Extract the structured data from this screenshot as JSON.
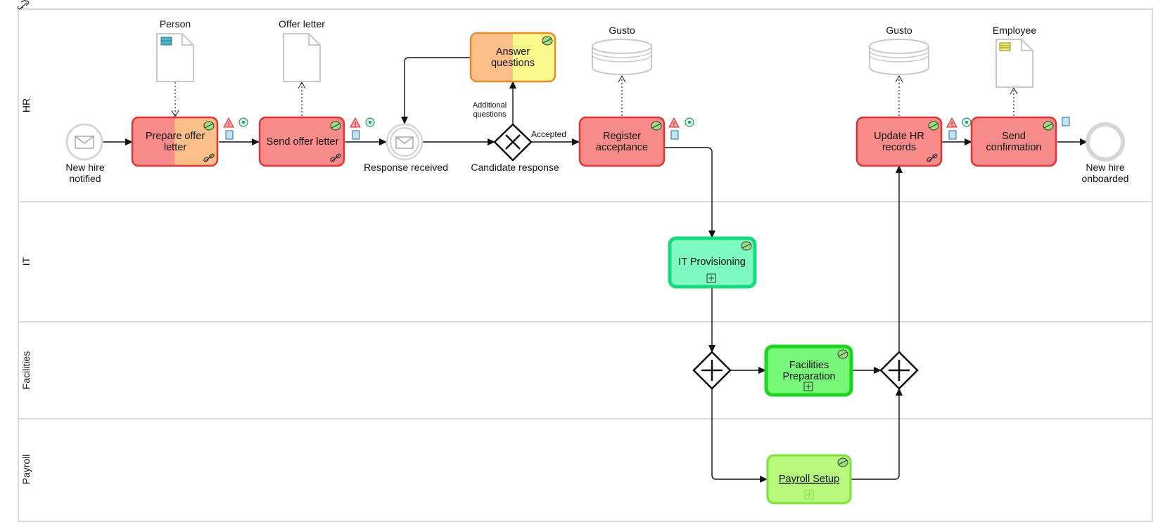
{
  "lanes": [
    {
      "id": "hr",
      "label": "HR"
    },
    {
      "id": "it",
      "label": "IT"
    },
    {
      "id": "facilities",
      "label": "Facilities"
    },
    {
      "id": "payroll",
      "label": "Payroll"
    }
  ],
  "events": {
    "start": {
      "line1": "New hire",
      "line2": "notified"
    },
    "response": {
      "label": "Response received"
    },
    "end": {
      "line1": "New hire",
      "line2": "onboarded"
    }
  },
  "gateways": {
    "candidate": {
      "label": "Candidate response"
    }
  },
  "tasks": {
    "prepare_offer": {
      "line1": "Prepare offer",
      "line2": "letter"
    },
    "send_offer": {
      "line1": "Send offer letter"
    },
    "answer_questions": {
      "line1": "Answer",
      "line2": "questions"
    },
    "register_acceptance": {
      "line1": "Register",
      "line2": "acceptance"
    },
    "update_hr": {
      "line1": "Update HR",
      "line2": "records"
    },
    "send_confirmation": {
      "line1": "Send",
      "line2": "confirmation"
    },
    "it_provisioning": {
      "line1": "IT Provisioning"
    },
    "facilities_prep": {
      "line1": "Facilities",
      "line2": "Preparation"
    },
    "payroll_setup": {
      "line1": "Payroll Setup"
    }
  },
  "data_objects": {
    "person": {
      "label": "Person"
    },
    "offer_letter": {
      "label": "Offer letter"
    },
    "employee": {
      "label": "Employee"
    }
  },
  "data_stores": {
    "gusto1": {
      "label": "Gusto"
    },
    "gusto2": {
      "label": "Gusto"
    }
  },
  "flow_labels": {
    "additional_line1": "Additional",
    "additional_line2": "questions",
    "accepted": "Accepted"
  },
  "colors": {
    "red_task_fill": "#f98b8b",
    "red_task_stroke": "#e03434",
    "orange_fill": "#fbbf8a",
    "yellow_fill": "#fafa8c",
    "orange_stroke": "#e68a2e",
    "it_fill": "#7dfbc0",
    "it_stroke": "#19d97f",
    "facilities_fill": "#78f878",
    "facilities_stroke": "#19d51f",
    "payroll_fill": "#b6f97d",
    "payroll_stroke": "#7ee03a",
    "lane_border": "#d9d9d9",
    "event_stroke": "#d6d6d6",
    "artifact_stroke": "#c8c8c8"
  }
}
